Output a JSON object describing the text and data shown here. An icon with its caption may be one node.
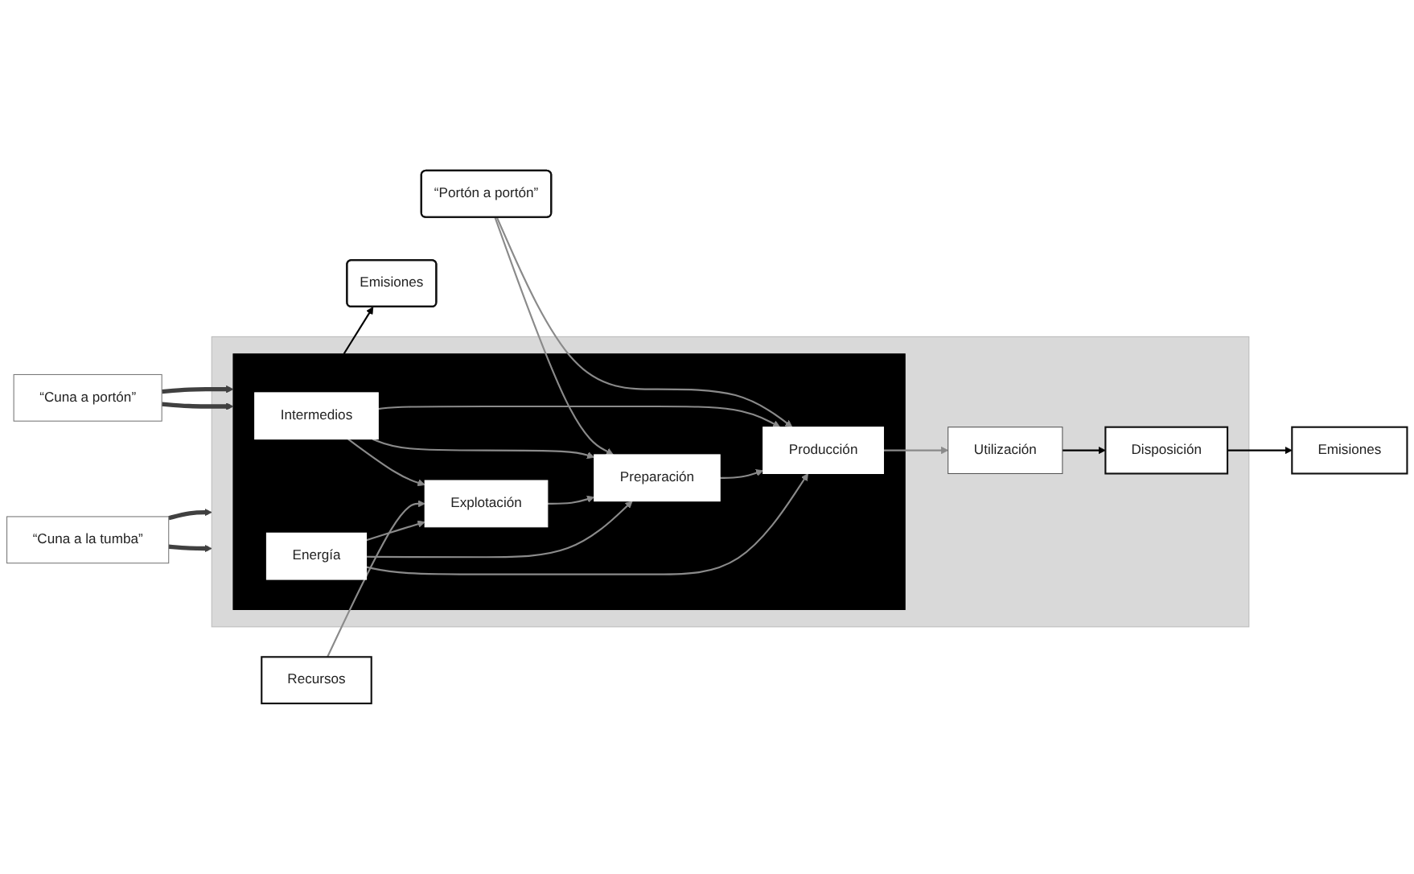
{
  "diagram": {
    "nodes": [
      {
        "text": [
          "Emisiones"
        ]
      },
      {
        "text": [
          "“Portón a portón”"
        ]
      },
      {
        "text": [],
        "shape": "box"
      },
      {
        "text": [],
        "shape": "box",
        "in": 2
      },
      {
        "text": [
          "Intermedios"
        ],
        "in": 3
      },
      {
        "text": [
          "Recursos"
        ]
      },
      {
        "text": [
          "Explotación"
        ],
        "in": 3
      },
      {
        "text": [
          "Preparación"
        ],
        "in": 3
      },
      {
        "text": [
          "Producción"
        ],
        "in": 3
      },
      {
        "text": [
          "Utilización"
        ],
        "in": 2
      },
      {
        "text": [
          "Disposición"
        ],
        "in": 2
      },
      {
        "text": [
          "Energía"
        ],
        "in": 3
      },
      {
        "text": [
          "Emisiones"
        ]
      },
      {
        "text": [
          "“Cuna a portón”"
        ]
      },
      {
        "text": [
          "“Cuna a la tumba”"
        ]
      }
    ],
    "edges": [
      {
        "from": 3,
        "to": 0,
        "arrow": "to",
        "color": "#000000"
      },
      {
        "from": 1,
        "to": 7,
        "arrow": "to"
      },
      {
        "from": 1,
        "to": 8,
        "arrow": "to"
      },
      {
        "from": 4,
        "to": 6,
        "arrow": "to"
      },
      {
        "from": 4,
        "to": 7,
        "arrow": "to"
      },
      {
        "from": 4,
        "to": 8,
        "arrow": "to"
      },
      {
        "from": 5,
        "to": 6,
        "arrow": "to"
      },
      {
        "from": 6,
        "to": 7,
        "arrow": "to"
      },
      {
        "from": 7,
        "to": 8,
        "arrow": "to"
      },
      {
        "from": 8,
        "to": 9,
        "arrow": "to"
      },
      {
        "from": 9,
        "to": 10,
        "arrow": "to",
        "color": "#000000"
      },
      {
        "from": 11,
        "to": 6,
        "arrow": "to"
      },
      {
        "from": 11,
        "to": 7,
        "arrow": "to"
      },
      {
        "from": 11,
        "to": 8,
        "arrow": "to"
      },
      {
        "from": 10,
        "to": 12,
        "arrow": "to",
        "color": "#000000"
      },
      {
        "from": 13,
        "to": 3,
        "arrow": "to",
        "style": "thick",
        "color": "#404040"
      },
      {
        "from": 13,
        "to": 3,
        "arrow": "to",
        "style": "thick",
        "color": "#404040"
      },
      {
        "from": 14,
        "to": 2,
        "arrow": "to",
        "style": "thick",
        "color": "#404040"
      },
      {
        "from": 14,
        "to": 2,
        "arrow": "to",
        "style": "thick",
        "color": "#404040"
      }
    ]
  }
}
